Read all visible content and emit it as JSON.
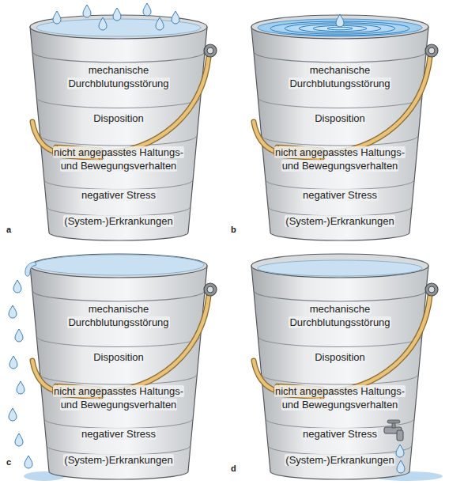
{
  "diagram": {
    "nodes": [
      {
        "text": [
          "mechanische Durchblutungsstörung",
          "Disposition",
          "nicht angepasstes Haltungs- und Bewegungsverhalten",
          "negativer Stress",
          "(System-)Erkrankungen"
        ]
      },
      {
        "text": [
          "mechanische Durchblutungsstörung",
          "Disposition",
          "nicht angepasstes Haltungs- und Bewegungsverhalten",
          "negativer Stress",
          "(System-)Erkrankungen"
        ]
      },
      {
        "text": [
          "mechanische Durchblutungsstörung",
          "Disposition",
          "nicht angepasstes Haltungs- und Bewegungsverhalten",
          "negativer Stress",
          "(System-)Erkrankungen"
        ]
      },
      {
        "text": [
          "mechanische Durchblutungsstörung",
          "Disposition",
          "nicht angepasstes Haltungs- und Bewegungsverhalten",
          "negativer Stress",
          "(System-)Erkrankungen"
        ]
      }
    ],
    "labels": [
      "a",
      "b",
      "c",
      "d"
    ]
  }
}
